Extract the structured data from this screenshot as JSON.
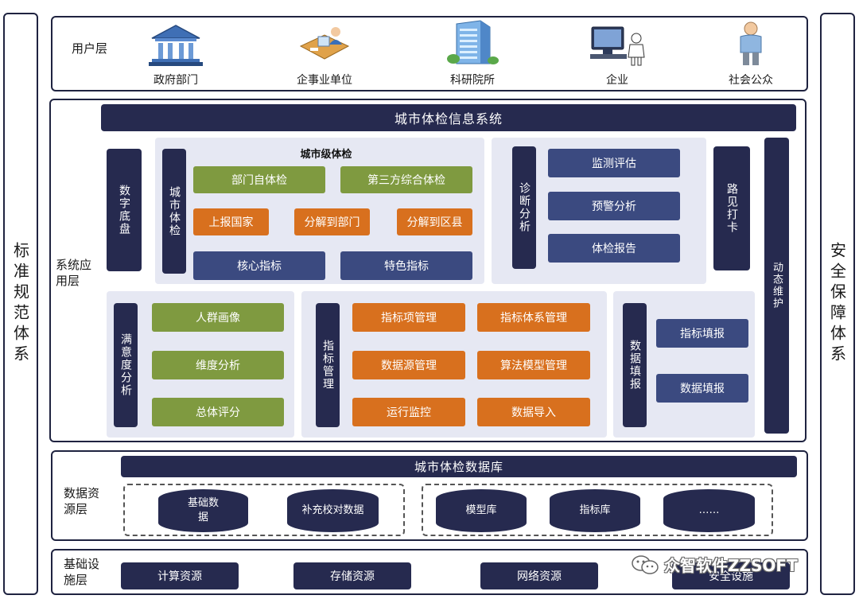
{
  "left_pillar": "标准规范体系",
  "right_pillar": "安全保障体系",
  "user_layer": {
    "label": "用户层",
    "items": [
      {
        "label": "政府部门",
        "icon": "government-building-icon"
      },
      {
        "label": "企事业单位",
        "icon": "office-worker-icon"
      },
      {
        "label": "科研院所",
        "icon": "research-building-icon"
      },
      {
        "label": "企业",
        "icon": "computer-user-icon"
      },
      {
        "label": "社会公众",
        "icon": "person-icon"
      }
    ]
  },
  "app_layer": {
    "label": "系统应用层",
    "header": "城市体检信息系统",
    "digital_base": "数字底盘",
    "city_check": {
      "title": "城市级体检",
      "side": "城市体检",
      "green_items": [
        "部门自体检",
        "第三方综合体检"
      ],
      "orange_items": [
        "上报国家",
        "分解到部门",
        "分解到区县"
      ],
      "blue_items": [
        "核心指标",
        "特色指标"
      ]
    },
    "diagnosis": {
      "side": "诊断分析",
      "items": [
        "监测评估",
        "预警分析",
        "体检报告"
      ]
    },
    "road_card": "路见打卡",
    "dynamic_maintenance": "动态维护",
    "satisfaction": {
      "side": "满意度分析",
      "items": [
        "人群画像",
        "维度分析",
        "总体评分"
      ]
    },
    "indicator_mgmt": {
      "side": "指标管理",
      "items": [
        "指标项管理",
        "指标体系管理",
        "数据源管理",
        "算法模型管理",
        "运行监控",
        "数据导入"
      ]
    },
    "data_report": {
      "side": "数据填报",
      "items": [
        "指标填报",
        "数据填报"
      ]
    }
  },
  "data_layer": {
    "label": "数据资源层",
    "header": "城市体检数据库",
    "group1": [
      "基础数据",
      "补充校对数据"
    ],
    "group2": [
      "模型库",
      "指标库",
      "……"
    ]
  },
  "infra_layer": {
    "label": "基础设施层",
    "items": [
      "计算资源",
      "存储资源",
      "网络资源",
      "安全设施"
    ]
  },
  "watermark": "众智软件ZZSOFT",
  "colors": {
    "navy": "#262a4f",
    "green": "#7f9a40",
    "orange": "#d8701e",
    "blue": "#3b4a80",
    "panel": "#e6e8f3"
  }
}
